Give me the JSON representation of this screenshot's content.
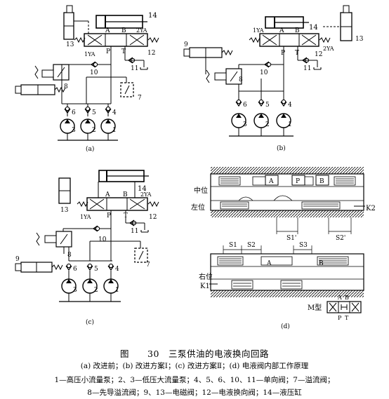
{
  "figure": {
    "number_label": "图　　30",
    "title": "三泵供油的电液换向回路",
    "legend_line_1": "(a) 改进前；(b) 改进方案Ⅰ；(c) 改进方案Ⅱ；(d) 电液阀内部工作原理",
    "legend_line_2": "1—高压小流量泵；2、3—低压大流量泵；4、5、6、10、11—单向阀；7—溢流阀；",
    "legend_line_3": "8—先导溢流阀；9、13—电磁阀；12—电液换向阀；14—液压缸"
  },
  "panels": {
    "a": {
      "tag": "(a)",
      "labels": {
        "n1": "1",
        "n2": "2",
        "n3": "3",
        "n4": "4",
        "n5": "5",
        "n6": "6",
        "n7": "7",
        "n8": "8",
        "n10": "10",
        "n11": "11",
        "n12": "12",
        "n13": "13",
        "n14": "14",
        "A": "A",
        "B": "B",
        "P": "P",
        "T": "T",
        "yb": "2YA",
        "ya": "1YA"
      }
    },
    "b": {
      "tag": "(b)",
      "labels": {
        "n1": "1",
        "n2": "2",
        "n3": "3",
        "n4": "4",
        "n5": "5",
        "n6": "6",
        "n8": "8",
        "n9": "9",
        "n10": "10",
        "n11": "11",
        "n12": "12",
        "n13": "13",
        "n14": "14",
        "A": "A",
        "B": "B",
        "P": "P",
        "T": "T",
        "yb": "2YA",
        "ya": "1YA"
      }
    },
    "c": {
      "tag": "(c)",
      "labels": {
        "n1": "1",
        "n2": "2",
        "n3": "3",
        "n4": "4",
        "n5": "5",
        "n6": "6",
        "n7": "7",
        "n8": "8",
        "n9": "9",
        "n10": "10",
        "n11": "11",
        "n12": "12",
        "n13": "13",
        "n14": "14",
        "A": "A",
        "B": "B",
        "P": "P",
        "T": "T",
        "yb": "2YA",
        "ya": "1YA"
      }
    },
    "d": {
      "tag": "(d)",
      "labels": {
        "mid": "中位",
        "left": "左位",
        "right": "右位",
        "k1": "K1",
        "k2": "K2",
        "A": "A",
        "P": "P",
        "B": "B",
        "s1": "S1",
        "s2": "S2",
        "s3": "S3",
        "sp1": "S1'",
        "sp2": "S2'",
        "mtype": "M型",
        "mA": "A",
        "mB": "B",
        "mP": "P",
        "mT": "T"
      }
    }
  }
}
